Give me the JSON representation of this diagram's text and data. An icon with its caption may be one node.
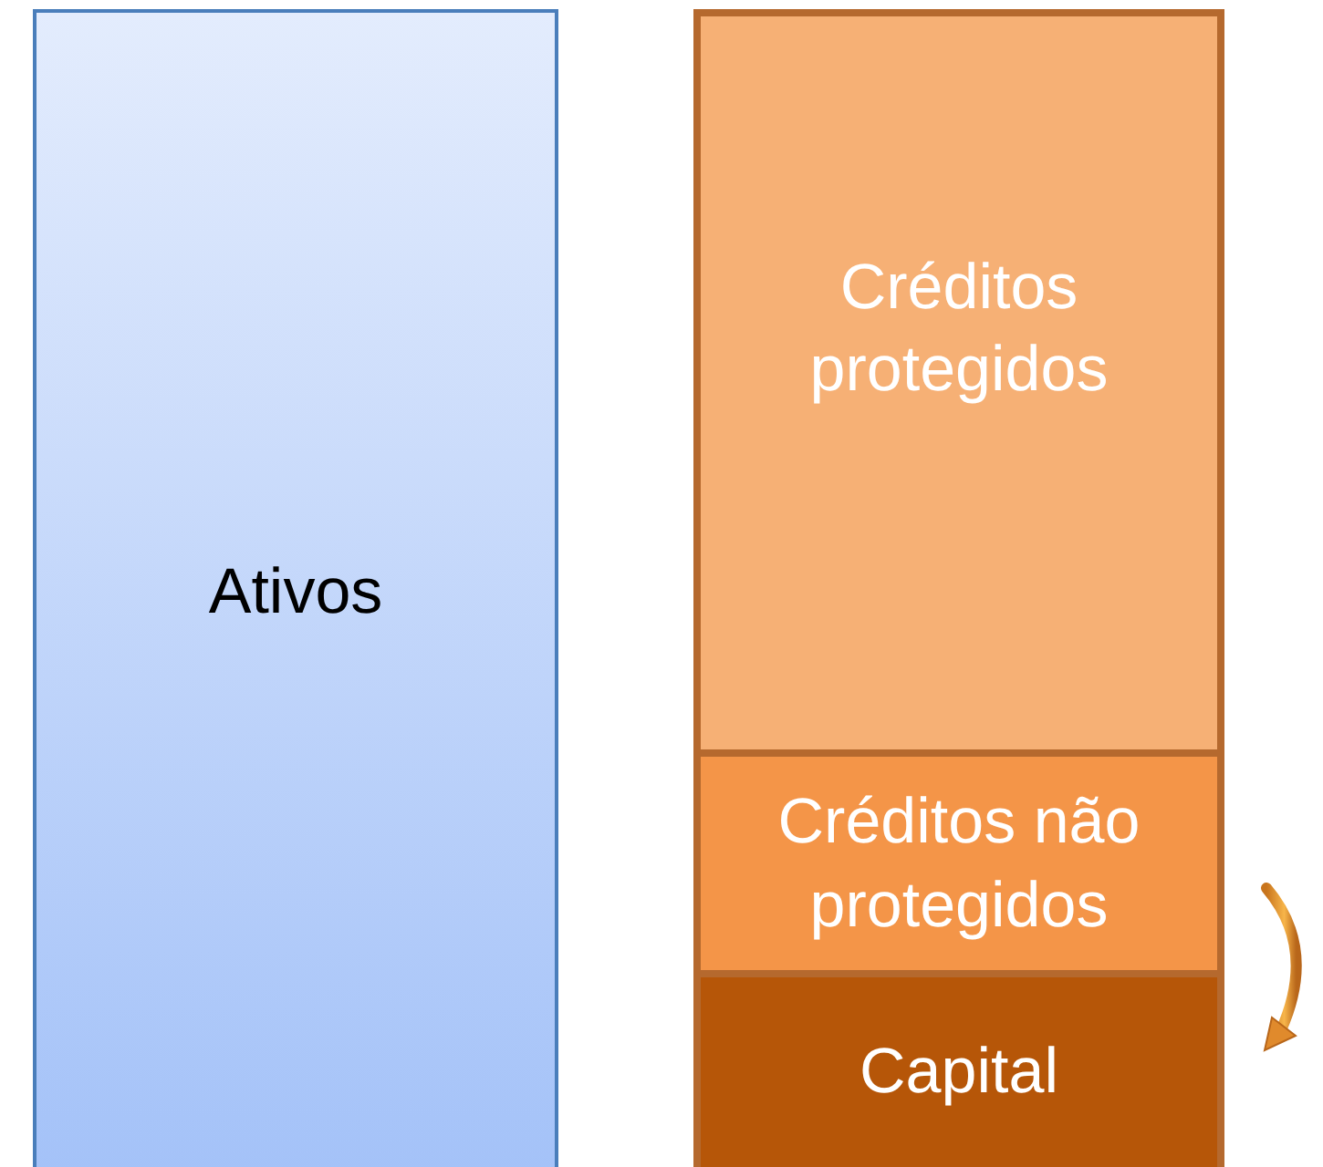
{
  "diagram": {
    "nodes": [
      {
        "text": [
          "Ativos"
        ]
      },
      {
        "text": [
          "Créditos protegidos"
        ]
      },
      {
        "text": [
          "Créditos não protegidos"
        ]
      },
      {
        "text": [
          "Capital"
        ]
      }
    ]
  }
}
